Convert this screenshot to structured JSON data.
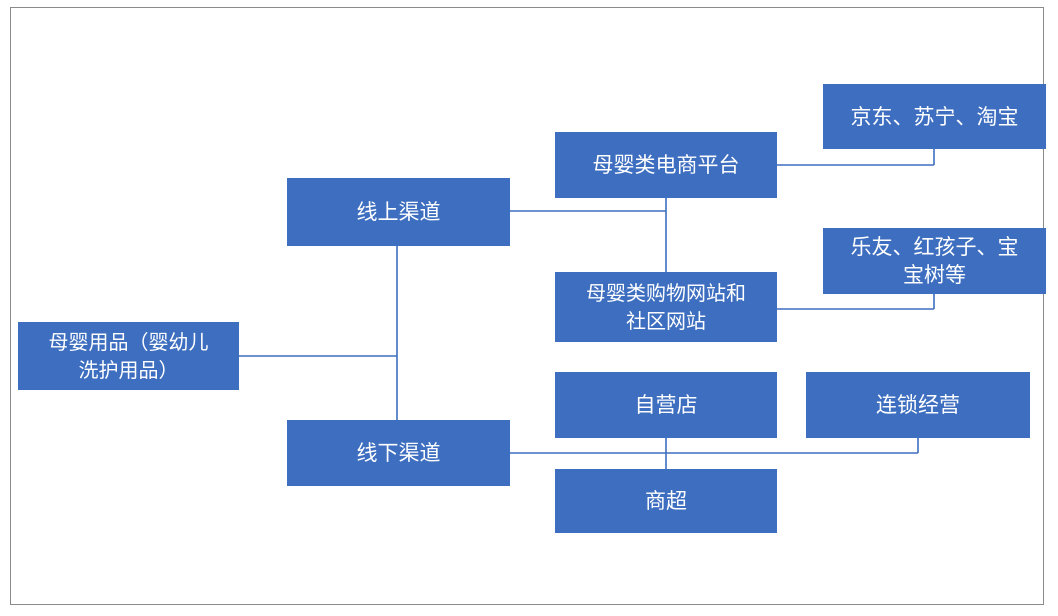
{
  "nodes": {
    "root": "母婴用品（婴幼儿\n洗护用品）",
    "online": "线上渠道",
    "offline": "线下渠道",
    "ecommerce": "母婴类电商平台",
    "shopping_sites": "母婴类购物网站和\n社区网站",
    "self_store": "自营店",
    "chain": "连锁经营",
    "supermarket": "商超",
    "ecommerce_examples": "京东、苏宁、淘宝",
    "site_examples": "乐友、红孩子、宝\n宝树等"
  },
  "colors": {
    "box_fill": "#3d6ebf",
    "box_text": "#ffffff",
    "border": "#8a8a8a"
  }
}
